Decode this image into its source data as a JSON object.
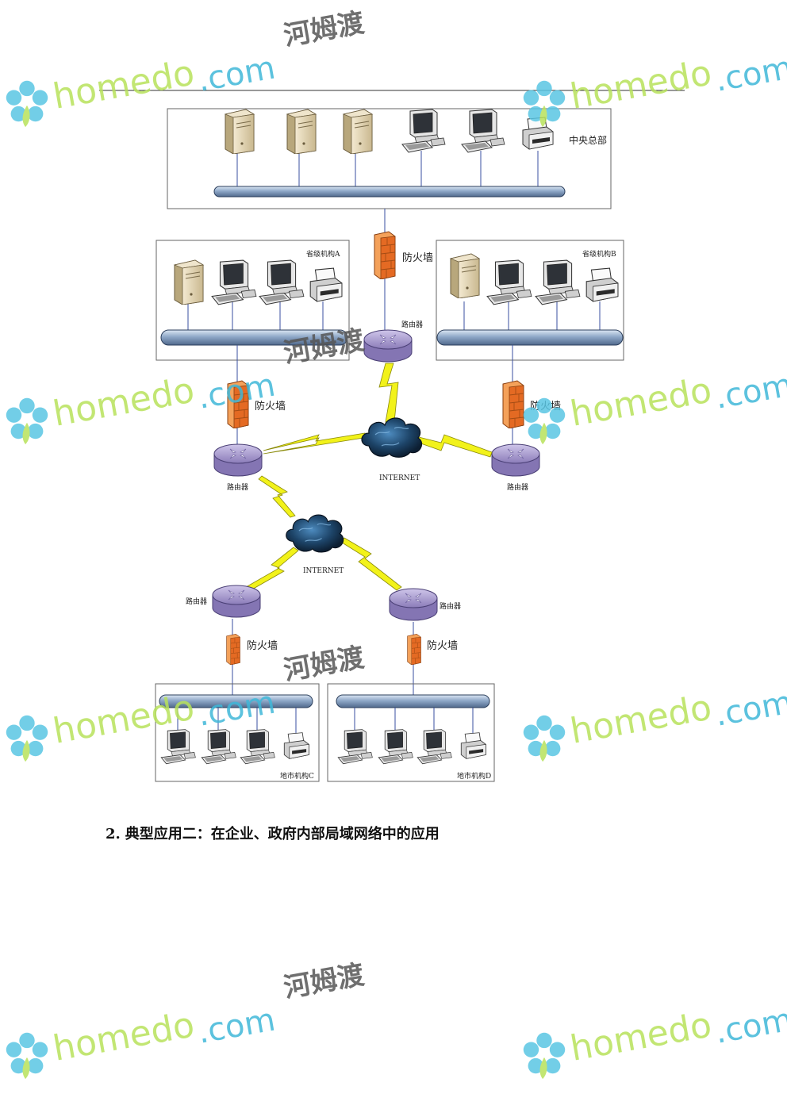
{
  "watermark": {
    "brand": "homedo",
    "domain": ".com",
    "chinese": "河姆渡"
  },
  "diagram": {
    "headquarters": {
      "label": "中央总部"
    },
    "provincial_a": {
      "label": "省级机构A"
    },
    "provincial_b": {
      "label": "省级机构B"
    },
    "city_c": {
      "label": "地市机构C"
    },
    "city_d": {
      "label": "地市机构D"
    },
    "firewall_label": "防火墙",
    "router_label": "路由器",
    "internet_label": "INTERNET"
  },
  "caption": {
    "number": "2.",
    "text": "典型应用二：在企业、政府内部局域网络中的应用"
  },
  "colors": {
    "bus": "#8aa6c8",
    "router": "#9d8fc4",
    "firewall": "#e0782e",
    "lightning": "#f2f21a",
    "cloud": "#1b3a5c",
    "watermark_green": "#b7e25a",
    "watermark_blue": "#3fb8d8"
  }
}
